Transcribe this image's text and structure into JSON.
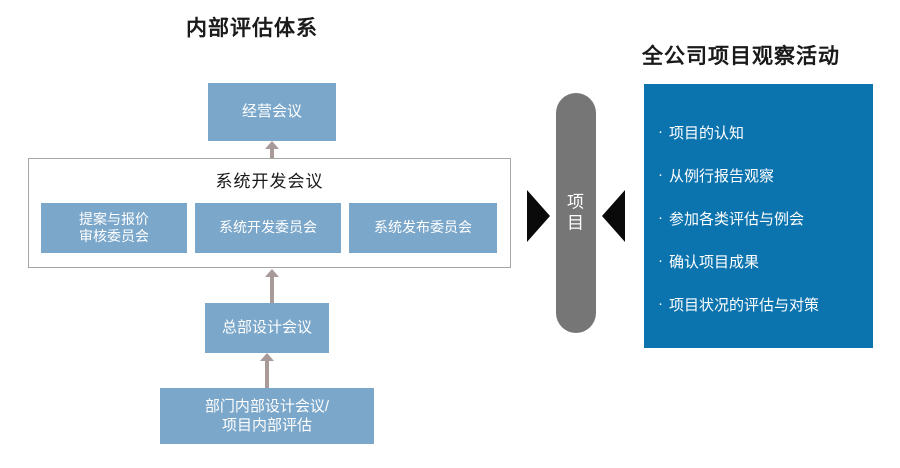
{
  "left_section": {
    "title": "内部评估体系",
    "top_box": {
      "label": "经营会议"
    },
    "dev_container": {
      "title": "系统开发会议",
      "committees": [
        {
          "label": "提案与报价\n审核委员会"
        },
        {
          "label": "系统开发委员会"
        },
        {
          "label": "系统发布委员会"
        }
      ]
    },
    "hq_box": {
      "label": "总部设计会议"
    },
    "dept_box": {
      "label": "部门内部设计会议/\n项目内部评估"
    }
  },
  "center": {
    "pill_label": "项\n目"
  },
  "right_section": {
    "title": "全公司项目观察活动",
    "bullet_char": "·",
    "bullets": [
      "项目的认知",
      "从例行报告观察",
      "参加各类评估与例会",
      "确认项目成果",
      "项目状况的评估与对策"
    ]
  },
  "colors": {
    "light_blue": "#7ba7ca",
    "dark_blue": "#0b73ae",
    "gray_pill": "#767676",
    "arrow": "#a99a9a",
    "border": "#a6a6a6",
    "text_dark": "#1a1a1a",
    "text_light": "#ffffff"
  }
}
